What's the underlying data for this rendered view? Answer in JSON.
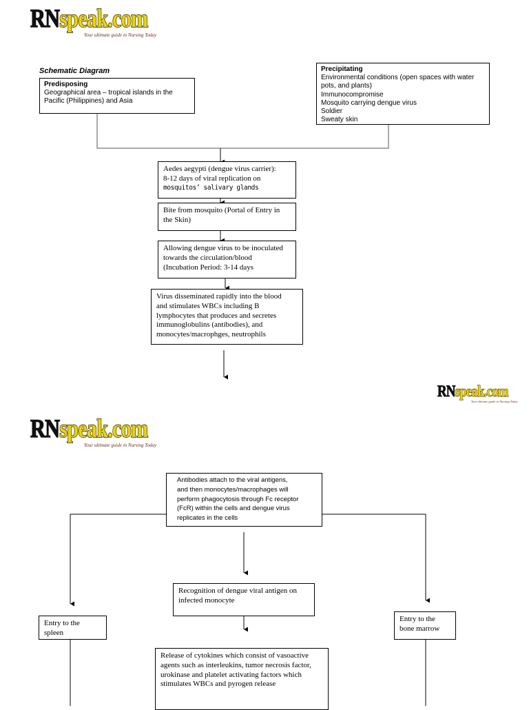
{
  "branding": {
    "logo_rn": "RN",
    "logo_speak": "speak.com",
    "tagline": "Your ultimate guide in Nursing Today"
  },
  "schematic_title": "Schematic Diagram",
  "predisposing": {
    "heading": "Predisposing",
    "lines": [
      "Geographical area – tropical islands in the",
      "Pacific (Philippines) and Asia"
    ]
  },
  "precipitating": {
    "heading": "Precipitating",
    "lines": [
      "Environmental conditions (open spaces with water",
      "pots, and plants)",
      "Immunocompromise",
      "Mosquito carrying dengue virus",
      "Soldier",
      "Sweaty skin"
    ]
  },
  "flow_page1": {
    "aedes": [
      "Aedes aegypti (dengue virus carrier):",
      "8-12 days of viral replication on",
      "mosquitos’ salivary glands"
    ],
    "bite": [
      "Bite from mosquito (Portal of Entry in",
      "the Skin)"
    ],
    "inoculate": [
      "Allowing dengue virus to be inoculated",
      "towards the circulation/blood",
      "(Incubation Period: 3-14 days"
    ],
    "disseminate": [
      "Virus disseminated rapidly into the blood",
      "and stimulates WBCs including B",
      "lymphocytes that produces and secretes",
      "immunoglobulins (antibodies), and",
      "monocytes/macrophges, neutrophils"
    ]
  },
  "flow_page2": {
    "antibodies": [
      "Antibodies attach to the viral antigens,",
      "and then monocytes/macrophages will",
      "perform phagocytosis through Fc receptor",
      "(FcR) within the cells and dengue virus",
      "replicates in the cells"
    ],
    "recognition": [
      "Recognition of dengue viral antigen on",
      "infected monocyte"
    ],
    "spleen": [
      "Entry to the",
      "spleen"
    ],
    "marrow": [
      "Entry to the",
      "bone marrow"
    ],
    "cytokines": [
      "Release of cytokines which consist of vasoactive",
      "agents such as interleukins, tumor necrosis factor,",
      "urokinase and platelet activating factors which",
      "stimulates WBCs and pyrogen release"
    ]
  }
}
